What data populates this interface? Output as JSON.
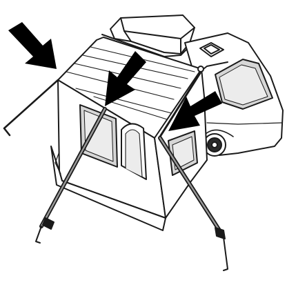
{
  "illustration": {
    "subject": "awning-tent-attached-to-caravan",
    "style": "black-and-white line drawing",
    "colors": {
      "line": "#1a1a1a",
      "background": "#ffffff",
      "window_fill": "#d6d6d6",
      "arrow_fill": "#000000"
    },
    "pointer_arrows": 3,
    "tension_poles": 3
  }
}
